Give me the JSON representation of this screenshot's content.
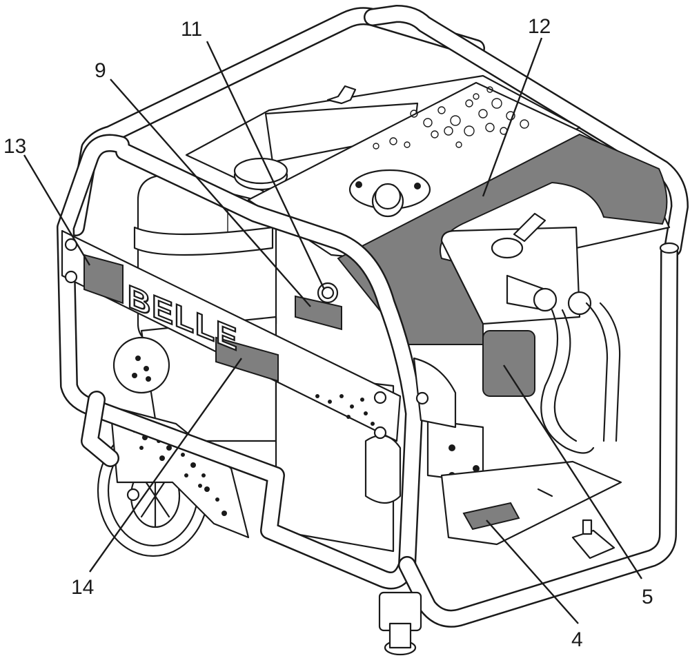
{
  "brand_text": "BELLE",
  "colors": {
    "line": "#1a1a1a",
    "label_panels": "#7f7f7f",
    "background": "#ffffff"
  },
  "callouts": [
    {
      "id": "c11",
      "label": "11"
    },
    {
      "id": "c12",
      "label": "12"
    },
    {
      "id": "c9",
      "label": "9"
    },
    {
      "id": "c13",
      "label": "13"
    },
    {
      "id": "c14",
      "label": "14"
    },
    {
      "id": "c4",
      "label": "4"
    },
    {
      "id": "c5",
      "label": "5"
    }
  ]
}
